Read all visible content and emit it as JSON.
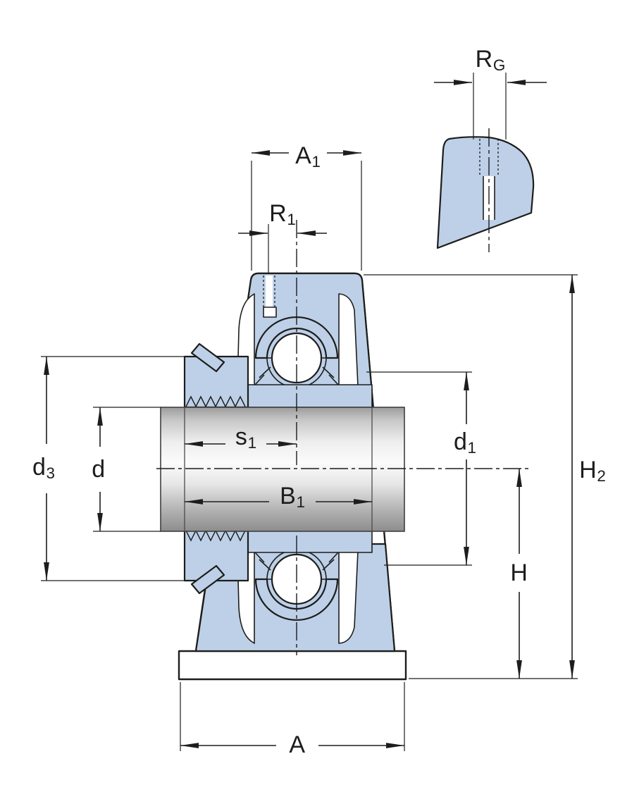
{
  "diagram": {
    "labels": {
      "RG": {
        "base": "R",
        "sub": "G"
      },
      "A1": {
        "base": "A",
        "sub": "1"
      },
      "R1": {
        "base": "R",
        "sub": "1"
      },
      "d3": {
        "base": "d",
        "sub": "3"
      },
      "d": {
        "base": "d",
        "sub": ""
      },
      "s1": {
        "base": "s",
        "sub": "1"
      },
      "B1": {
        "base": "B",
        "sub": "1"
      },
      "d1": {
        "base": "d",
        "sub": "1"
      },
      "H2": {
        "base": "H",
        "sub": "2"
      },
      "H": {
        "base": "H",
        "sub": ""
      },
      "A": {
        "base": "A",
        "sub": ""
      }
    },
    "colors": {
      "housing_fill": "#bdd0e8",
      "line": "#1d1d1b",
      "shaft_light": "#fbfbfb",
      "shaft_dark": "#8d8d8d",
      "background": "#ffffff"
    }
  }
}
